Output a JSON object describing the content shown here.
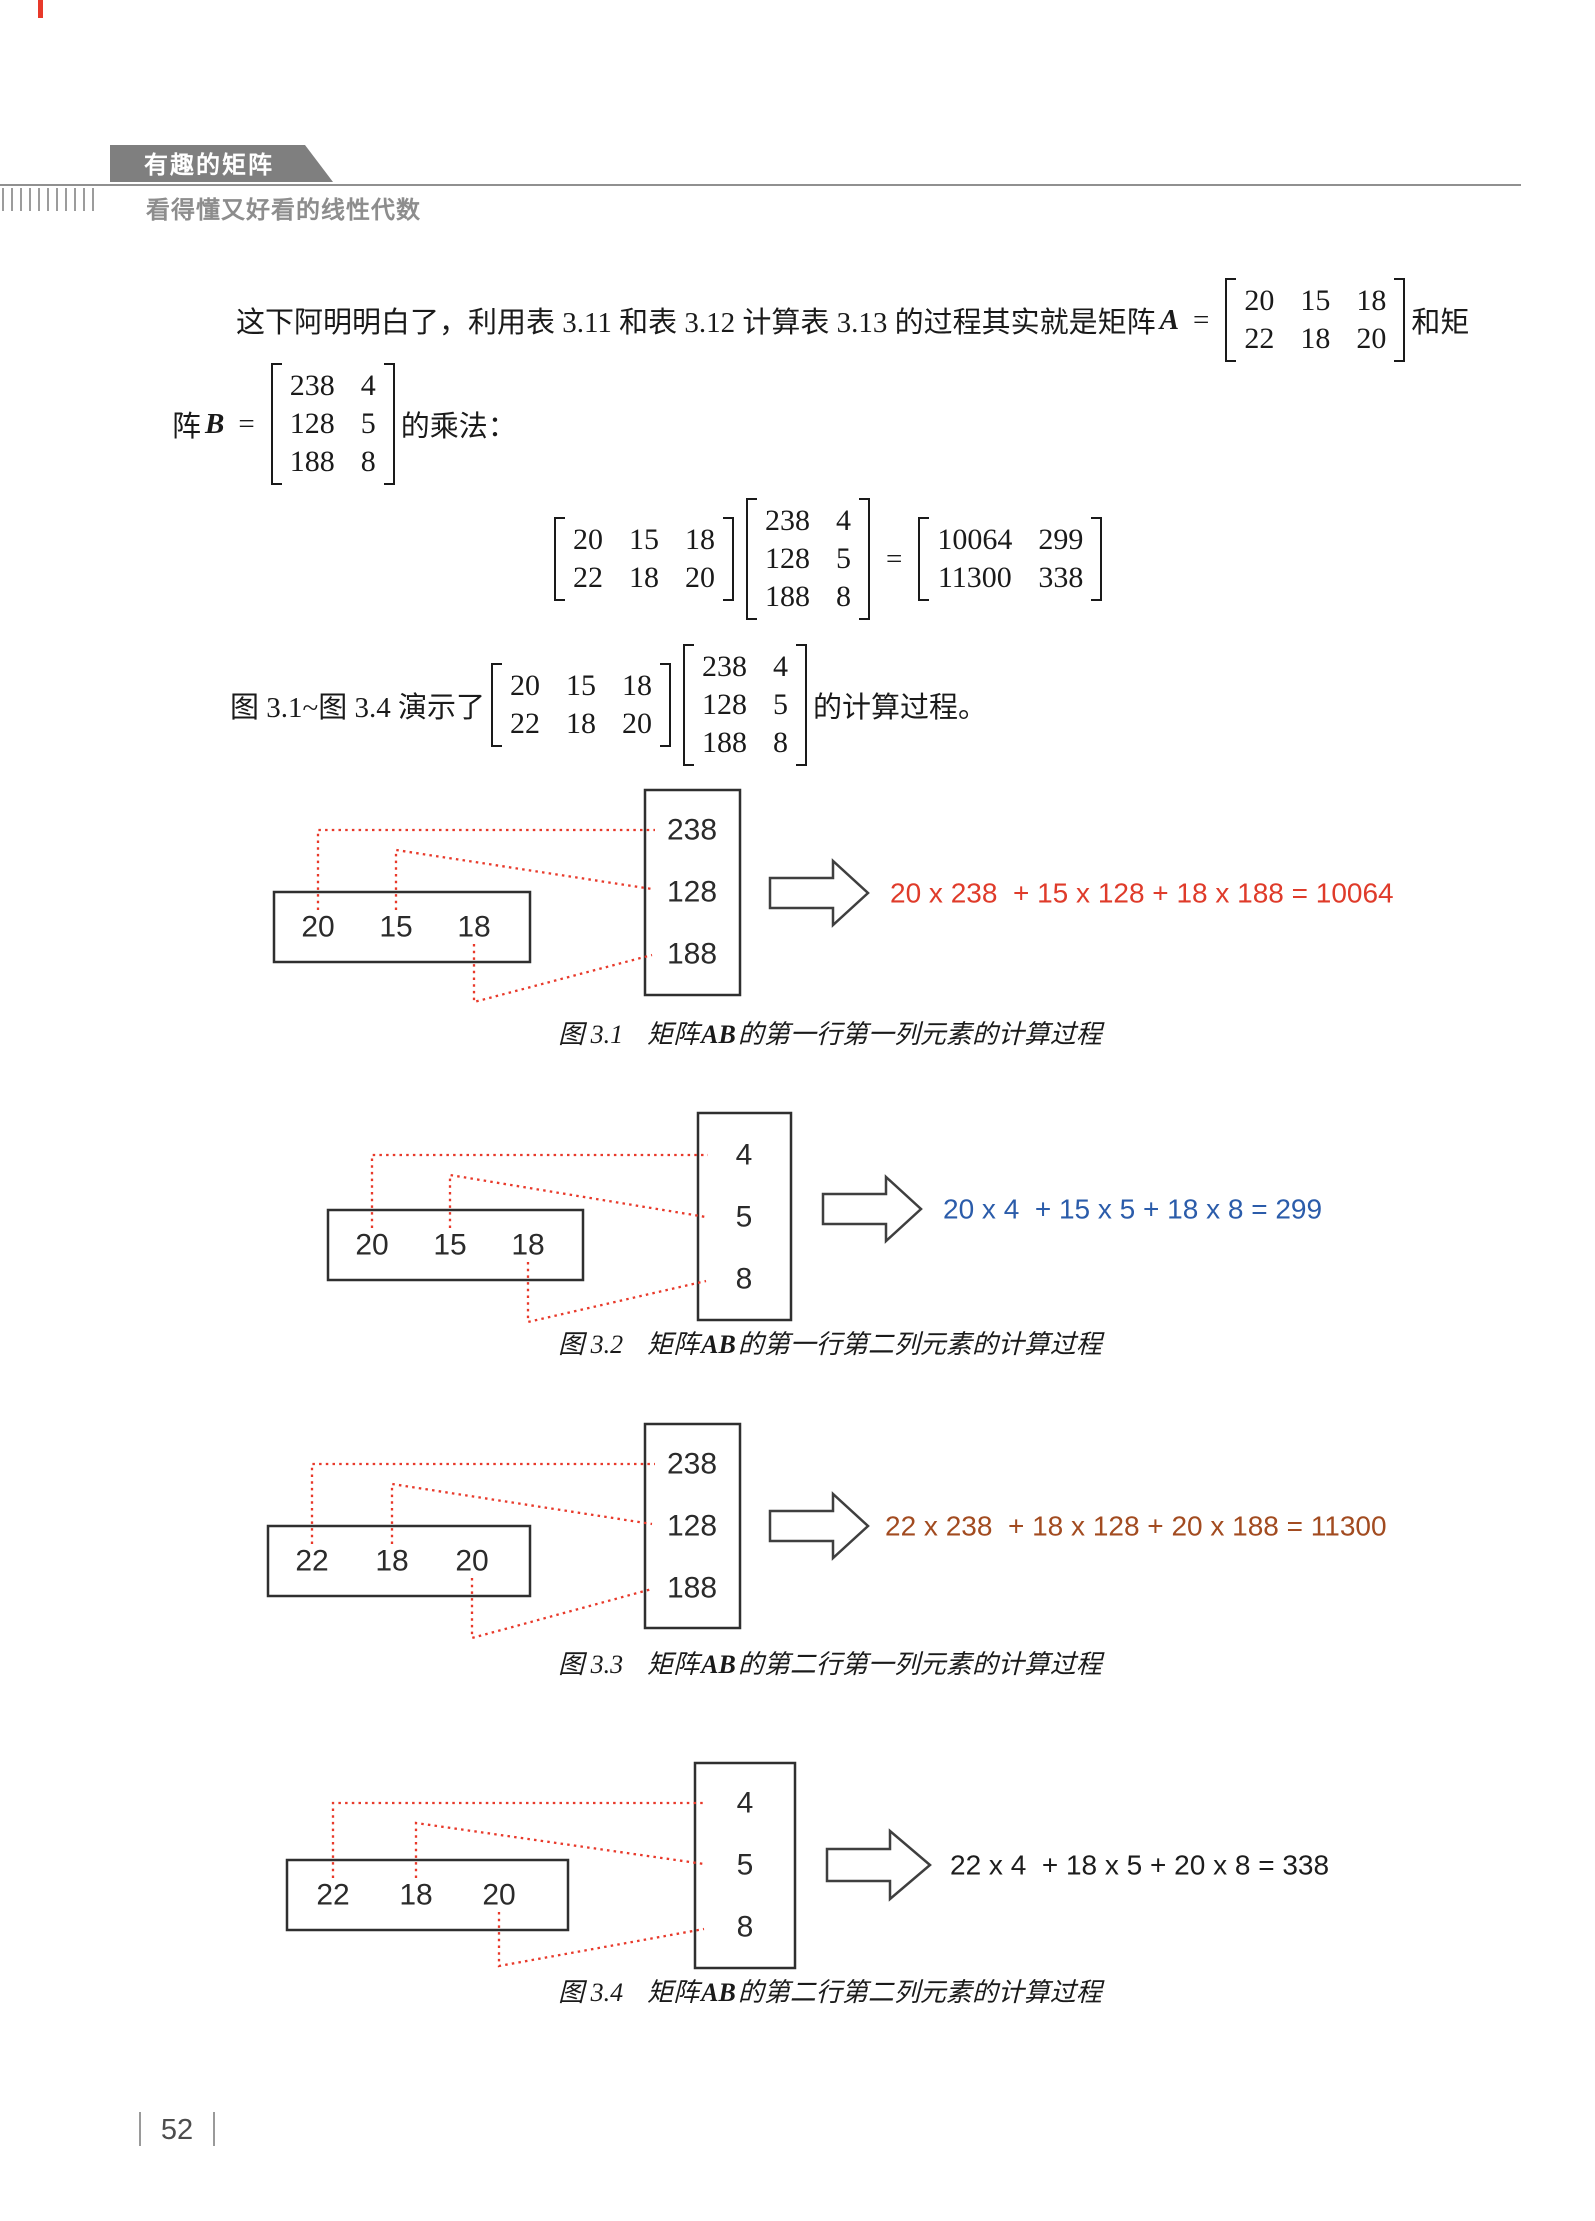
{
  "header": {
    "banner_title": "有趣的矩阵",
    "subtitle": "看得懂又好看的线性代数",
    "banner_bg": "#7f7f7f"
  },
  "colors": {
    "dotted_line": "#e8392a",
    "corner_mark": "#e8392a"
  },
  "body": {
    "p1_pre": "这下阿明明白了，利用表 3.11 和表 3.12 计算表 3.13 的过程其实就是矩阵",
    "p1_var": "A",
    "p1_eq": "=",
    "p1_post": "和矩",
    "p2_pre": "阵",
    "p2_var": "B",
    "p2_eq": "=",
    "p2_post": "的乘法：",
    "equation_eq": "=",
    "intro_pre": "图 3.1~图 3.4 演示了",
    "intro_post": "的计算过程。"
  },
  "matrices": {
    "A": [
      [
        "20",
        "15",
        "18"
      ],
      [
        "22",
        "18",
        "20"
      ]
    ],
    "B": [
      [
        "238",
        "4"
      ],
      [
        "128",
        "5"
      ],
      [
        "188",
        "8"
      ]
    ],
    "AB": [
      [
        "10064",
        "299"
      ],
      [
        "11300",
        "338"
      ]
    ]
  },
  "figures": [
    {
      "row": [
        "20",
        "15",
        "18"
      ],
      "col": [
        "238",
        "128",
        "188"
      ],
      "formula": "20 x 238  + 15 x 128 + 18 x 188 = 10064",
      "color": "#df3b2a",
      "caption": {
        "label": "图 3.1",
        "pre": "矩阵",
        "var": "AB",
        "post": "的第一行第一列元素的计算过程"
      }
    },
    {
      "row": [
        "20",
        "15",
        "18"
      ],
      "col": [
        "4",
        "5",
        "8"
      ],
      "formula": "20 x 4  + 15 x 5 + 18 x 8 = 299",
      "color": "#2b5caa",
      "caption": {
        "label": "图 3.2",
        "pre": "矩阵",
        "var": "AB",
        "post": "的第一行第二列元素的计算过程"
      }
    },
    {
      "row": [
        "22",
        "18",
        "20"
      ],
      "col": [
        "238",
        "128",
        "188"
      ],
      "formula": "22 x 238  + 18 x 128 + 20 x 188 = 11300",
      "color": "#a24b20",
      "caption": {
        "label": "图 3.3",
        "pre": "矩阵",
        "var": "AB",
        "post": "的第二行第一列元素的计算过程"
      }
    },
    {
      "row": [
        "22",
        "18",
        "20"
      ],
      "col": [
        "4",
        "5",
        "8"
      ],
      "formula": "22 x 4  + 18 x 5 + 20 x 8 = 338",
      "color": "#1d1d1d",
      "caption": {
        "label": "图 3.4",
        "pre": "矩阵",
        "var": "AB",
        "post": "的第二行第二列元素的计算过程"
      }
    }
  ],
  "footer": {
    "page_number": "52"
  }
}
